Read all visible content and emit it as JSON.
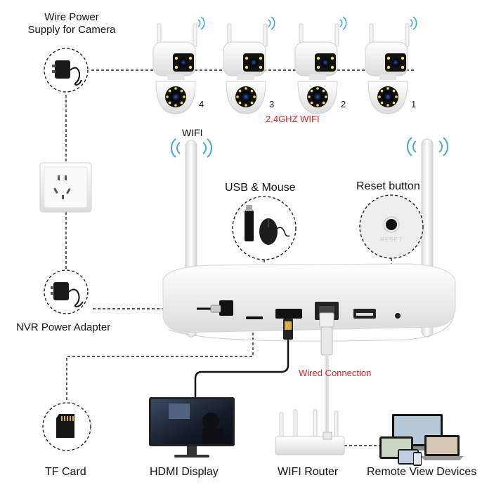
{
  "labels": {
    "wire_power_supply": "Wire Power\nSupply for Camera",
    "wifi": "WIFI",
    "usb_mouse": "USB & Mouse",
    "reset_button": "Reset button",
    "nvr_power_adapter": "NVR Power Adapter",
    "wired_connection": "Wired Connection",
    "band": "2.4GHZ WIFI",
    "reset_engraving": "RESET"
  },
  "bottom_labels": {
    "tf_card": "TF Card",
    "hdmi_display": "HDMI Display",
    "wifi_router": "WIFI Router",
    "remote_view_devices": "Remote View Devices"
  },
  "cameras": [
    {
      "number": "4"
    },
    {
      "number": "3"
    },
    {
      "number": "2"
    },
    {
      "number": "1"
    }
  ],
  "colors": {
    "accent_red": "#e02020",
    "wifi_blue": "#4aa6d8",
    "dash": "#222222"
  }
}
